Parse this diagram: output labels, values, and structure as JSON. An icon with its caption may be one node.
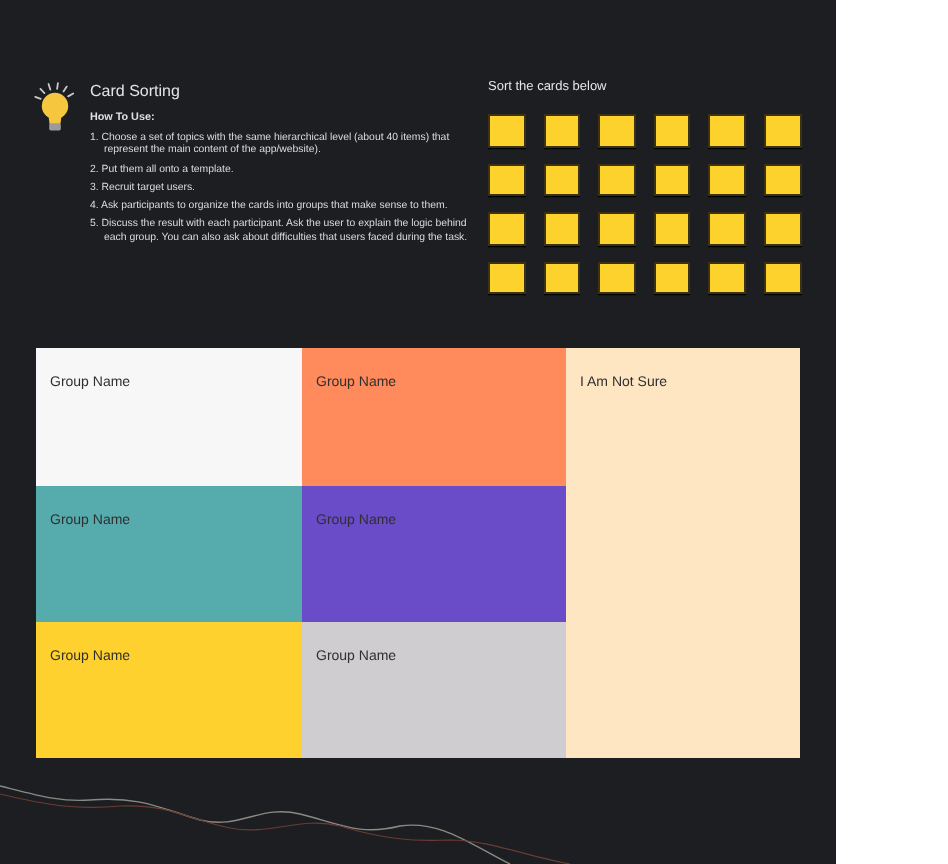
{
  "diagram": {
    "title": "Card Sorting",
    "nodes": [
      {
        "text": [],
        "shape": "box"
      },
      {
        "text": [],
        "shape": "box"
      },
      {
        "text": [],
        "shape": "box"
      },
      {
        "text": [],
        "shape": "box"
      },
      {
        "text": [],
        "shape": "box"
      },
      {
        "text": [],
        "shape": "box"
      },
      {
        "text": [],
        "shape": "box"
      },
      {
        "text": [],
        "shape": "box"
      },
      {
        "text": [],
        "shape": "box"
      },
      {
        "text": [],
        "shape": "box"
      },
      {
        "text": [],
        "shape": "box"
      },
      {
        "text": [],
        "shape": "box"
      },
      {
        "text": [],
        "shape": "box"
      },
      {
        "text": [],
        "shape": "box"
      },
      {
        "text": [],
        "shape": "box"
      },
      {
        "text": [],
        "shape": "box"
      },
      {
        "text": [],
        "shape": "box"
      },
      {
        "text": [],
        "shape": "box"
      },
      {
        "text": [],
        "shape": "box"
      },
      {
        "text": [],
        "shape": "box"
      },
      {
        "text": [],
        "shape": "box"
      },
      {
        "text": [],
        "shape": "box"
      },
      {
        "text": [],
        "shape": "box"
      },
      {
        "text": [],
        "shape": "box"
      },
      {
        "text": [
          "Group Name"
        ]
      },
      {
        "text": [
          "Group Name"
        ]
      },
      {
        "text": [
          "I Am Not Sure"
        ]
      },
      {
        "text": [
          "Group Name"
        ]
      },
      {
        "text": [
          "Group Name"
        ]
      },
      {
        "text": [
          "Group Name"
        ]
      },
      {
        "text": [
          "Group Name"
        ]
      }
    ],
    "labels": [
      "How To Use:",
      "1. Choose a set of topics with the same hierarchical level (about 40 items) that represent the main content of the app/website).",
      "2. Put them all onto a template.",
      "3. Recruit target users.",
      "4. Ask participants to organize the cards into groups that make sense to them.",
      "5. Discuss the result with each participant. Ask the user to explain the logic behind each group. You can also ask about difficulties that users faced during the task.",
      "Sort the cards below"
    ]
  }
}
